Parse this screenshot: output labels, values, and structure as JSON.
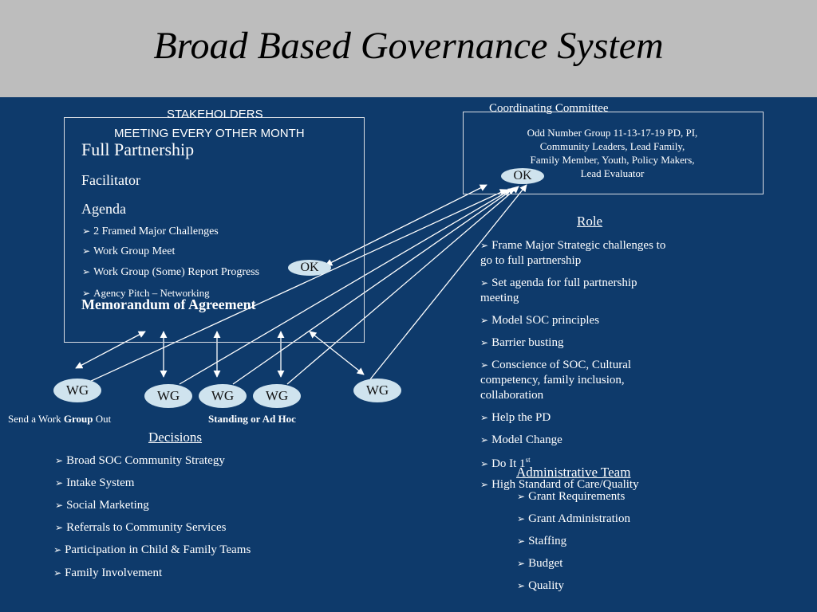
{
  "title": "Broad Based Governance System",
  "stakeholders": {
    "heading1": "STAKEHOLDERS",
    "heading2": "MEETING EVERY OTHER MONTH",
    "full_partnership": "Full Partnership",
    "facilitator": "Facilitator",
    "agenda": "Agenda",
    "items": [
      "2 Framed Major Challenges",
      "Work Group Meet",
      "Work Group (Some) Report  Progress",
      "Agency Pitch – Networking"
    ],
    "moa": "Memorandum of Agreement"
  },
  "coordinating": {
    "heading": "Coordinating Committee",
    "lines": [
      "Odd Number Group 11-13-17-19 PD, PI,",
      "Community Leaders, Lead Family,",
      "Family Member, Youth, Policy Makers,",
      "Lead Evaluator"
    ]
  },
  "ok_label": "OK",
  "wg_label": "WG",
  "send_work_group": {
    "pre": "Send a Work ",
    "bold": "Group",
    "post": " Out"
  },
  "standing": "Standing or Ad Hoc",
  "decisions": {
    "heading": "Decisions",
    "items": [
      "Broad SOC Community    Strategy",
      "Intake System",
      "Social Marketing",
      "Referrals to Community Services",
      "Participation in Child & Family Teams",
      "Family Involvement"
    ]
  },
  "role": {
    "heading": "Role",
    "item1_line1": "Frame Major Strategic challenges to",
    "item1_line2": "go to full partnership",
    "item2_line1": "Set agenda for full partnership",
    "item2_line2": "meeting",
    "item3": "Model SOC principles",
    "item4": "Barrier busting",
    "item5_line1": "Conscience of SOC,    Cultural",
    "item5_line2": "competency, family inclusion,",
    "item5_line3": "collaboration",
    "item6": "Help the PD",
    "item7": "Model Change",
    "item8": "Do It 1",
    "item8_sup": "st",
    "item9": "High Standard of     Care/Quality"
  },
  "admin": {
    "heading": "Administrative Team",
    "items": [
      "Grant Requirements",
      "Grant Administration",
      "Staffing",
      "Budget",
      "Quality"
    ]
  }
}
